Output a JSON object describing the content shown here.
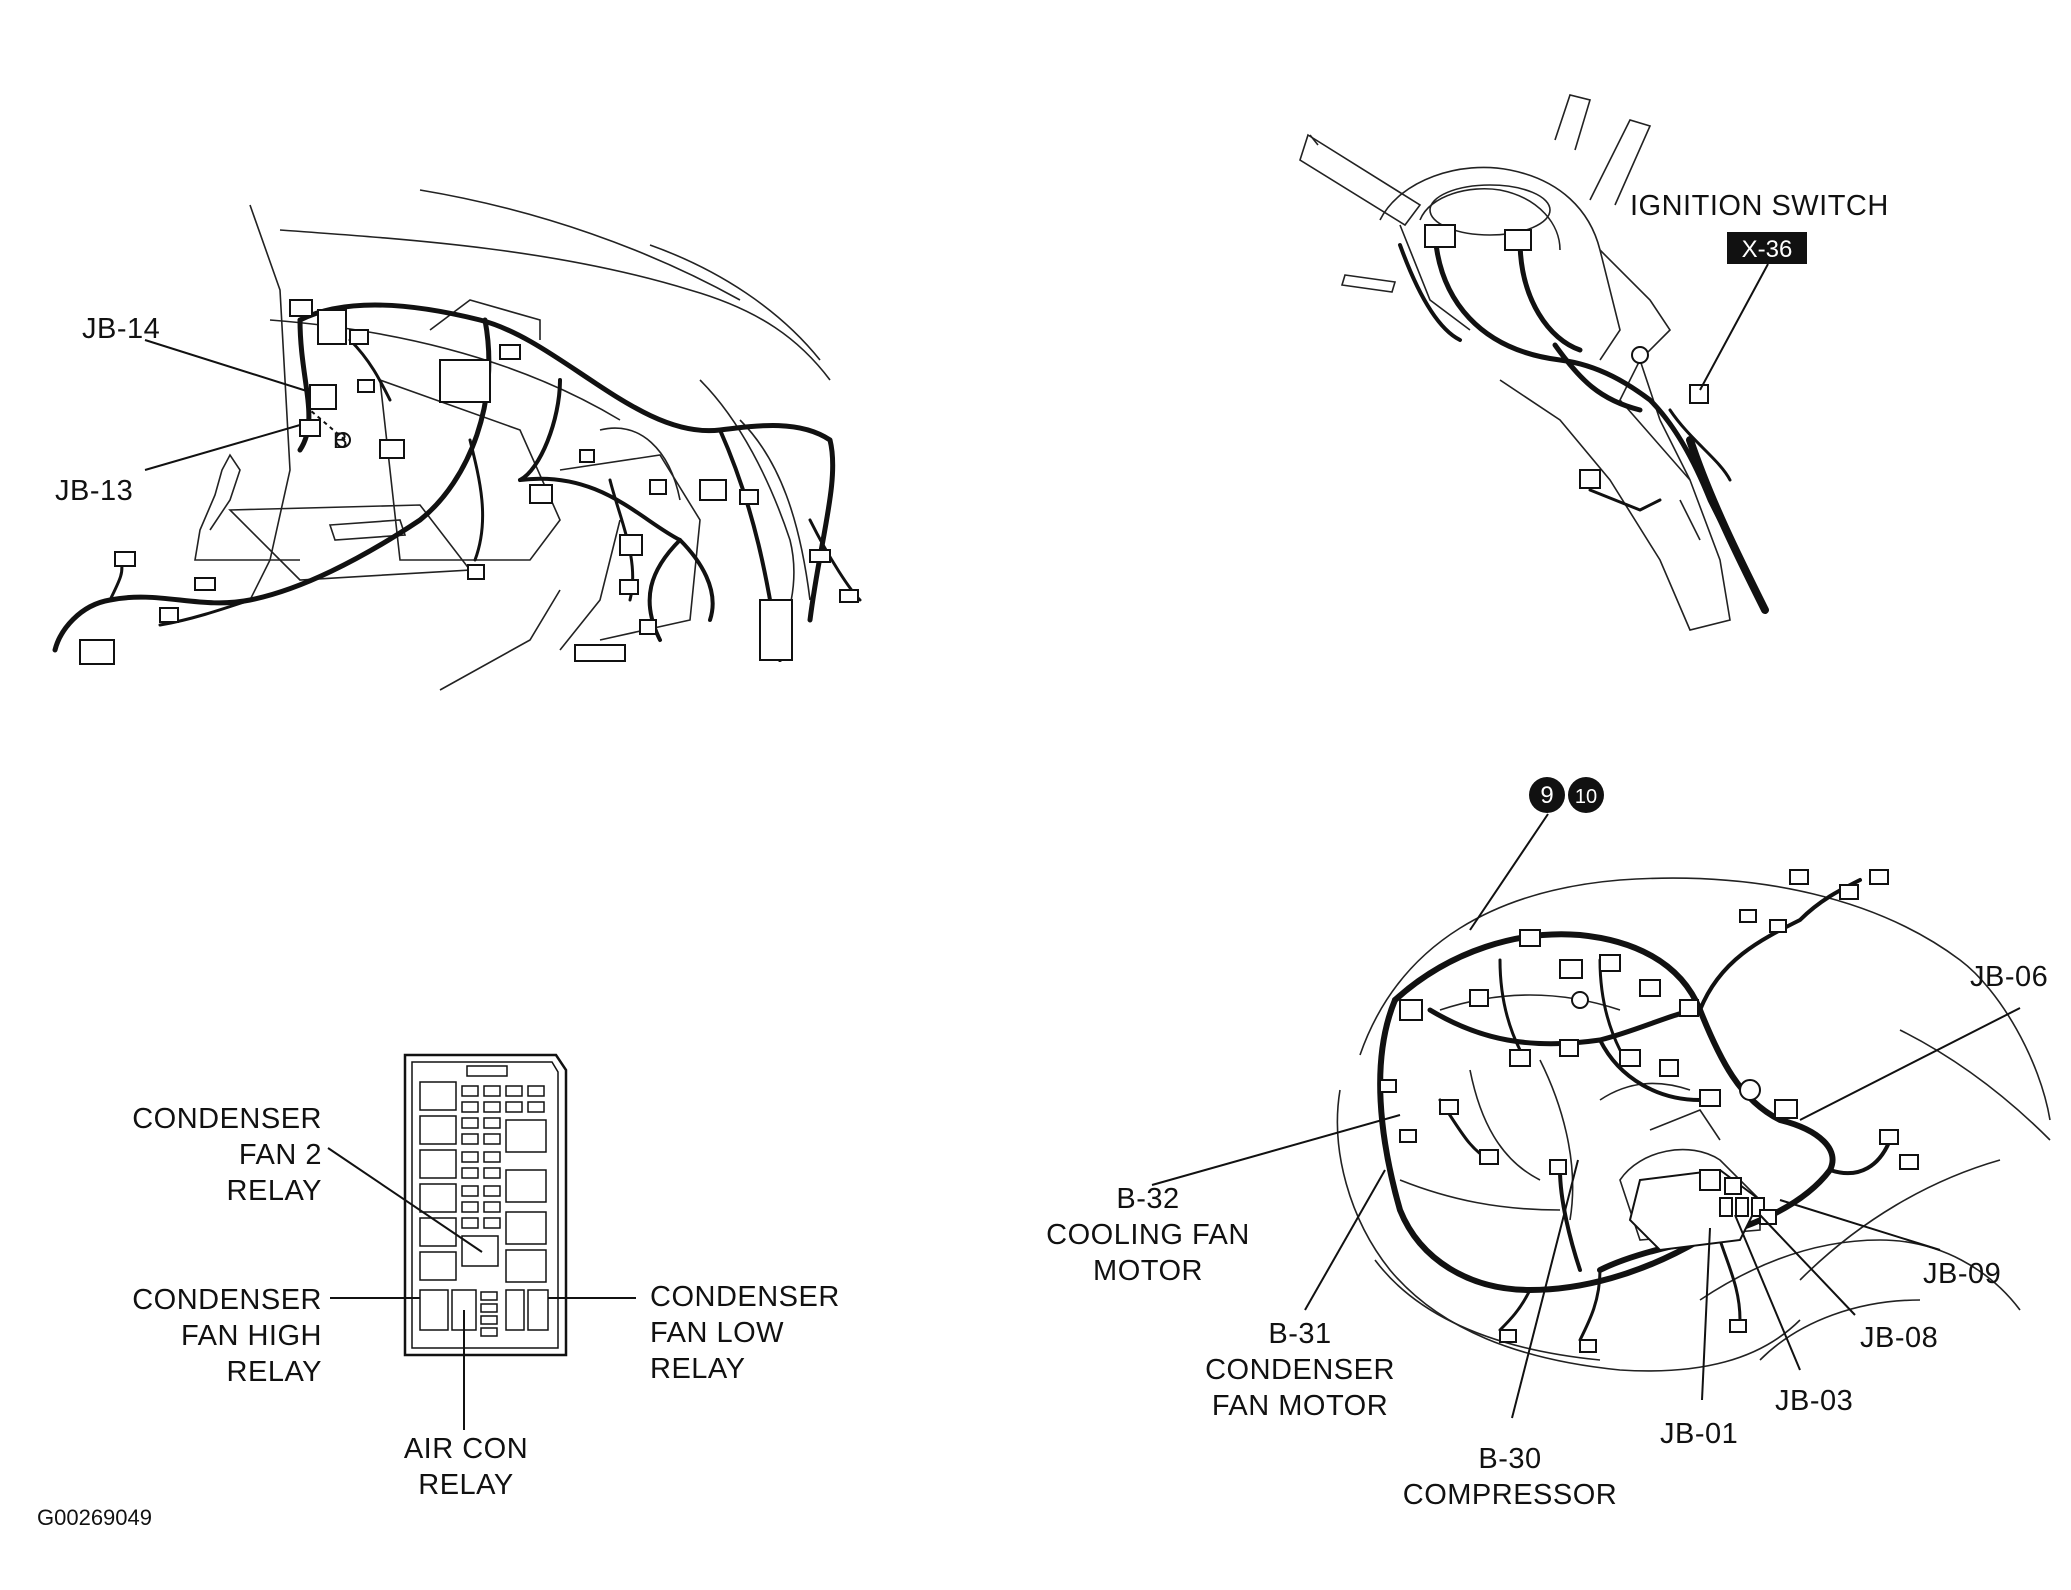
{
  "figure_id": "G00269049",
  "dash_panel": {
    "labels": {
      "jb14": "JB-14",
      "jb13": "JB-13"
    }
  },
  "ignition": {
    "title": "IGNITION SWITCH",
    "connector": "X-36"
  },
  "relay_box": {
    "condenser_fan2_relay": [
      "CONDENSER",
      "FAN 2",
      "RELAY"
    ],
    "condenser_fan_high_relay": [
      "CONDENSER",
      "FAN HIGH",
      "RELAY"
    ],
    "condenser_fan_low_relay": [
      "CONDENSER",
      "FAN LOW",
      "RELAY"
    ],
    "air_con_relay": [
      "AIR CON",
      "RELAY"
    ]
  },
  "engine_bay": {
    "badges": [
      "9",
      "10"
    ],
    "jb06": "JB-06",
    "jb09": "JB-09",
    "jb08": "JB-08",
    "jb03": "JB-03",
    "jb01": "JB-01",
    "b32": [
      "B-32",
      "COOLING FAN",
      "MOTOR"
    ],
    "b31": [
      "B-31",
      "CONDENSER",
      "FAN MOTOR"
    ],
    "b30": [
      "B-30",
      "COMPRESSOR"
    ]
  }
}
